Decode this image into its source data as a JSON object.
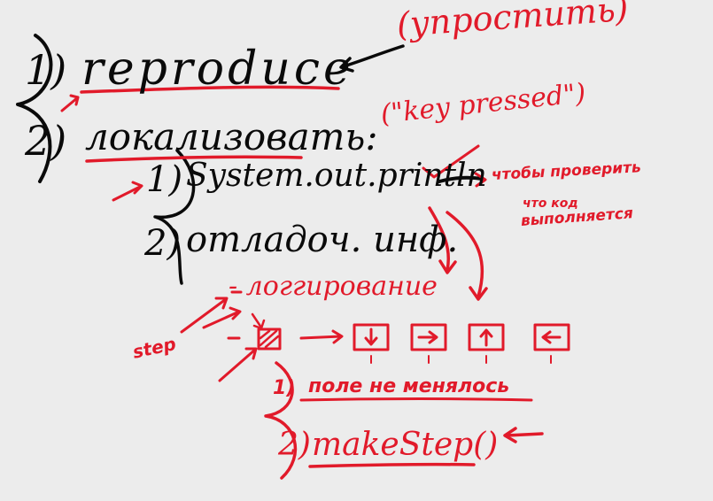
{
  "canvas": {
    "background": "#ececec",
    "ink_color": "#0a0a0a",
    "accent_color": "#e11a2a"
  },
  "notes": {
    "item1_number": "1)",
    "item1_text": "reproduce",
    "simplify": "(упростить)",
    "item2_number": "2)",
    "item2_text": "локализовать:",
    "key_pressed": "(\"key pressed\")",
    "sub1_number": "1)",
    "sub1_text": "System.out.println",
    "check_note_line1": "чтобы проверить",
    "check_note_line2": "что код",
    "check_note_line3": "выполняется",
    "sub2_number": "2)",
    "sub2_text": "отладоч. инф.",
    "logging": "- логгирование",
    "step_label": "step",
    "field_number": "1)",
    "field_text": "поле не менялось",
    "makestep_number": "2)",
    "makestep_text": "makeStep()"
  },
  "icons": [
    "hatched-square-icon",
    "arrow-down-box-icon",
    "arrow-right-box-icon",
    "arrow-up-box-icon",
    "arrow-left-box-icon"
  ]
}
